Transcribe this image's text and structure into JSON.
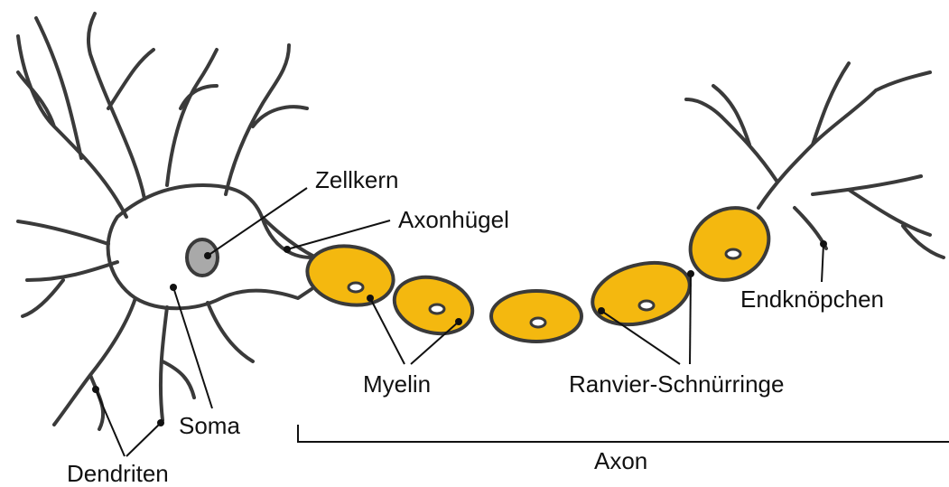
{
  "colors": {
    "myelin": "#f4b80f",
    "outline": "#3a3a3a",
    "nucleus": "#a9a9a9",
    "background": "#ffffff"
  },
  "labels": {
    "zellkern": "Zellkern",
    "axonhuegel": "Axonhügel",
    "endknoepfchen": "Endknöpchen",
    "myelin": "Myelin",
    "ranvier": "Ranvier-Schnürringe",
    "soma": "Soma",
    "dendriten": "Dendriten",
    "axon": "Axon"
  }
}
